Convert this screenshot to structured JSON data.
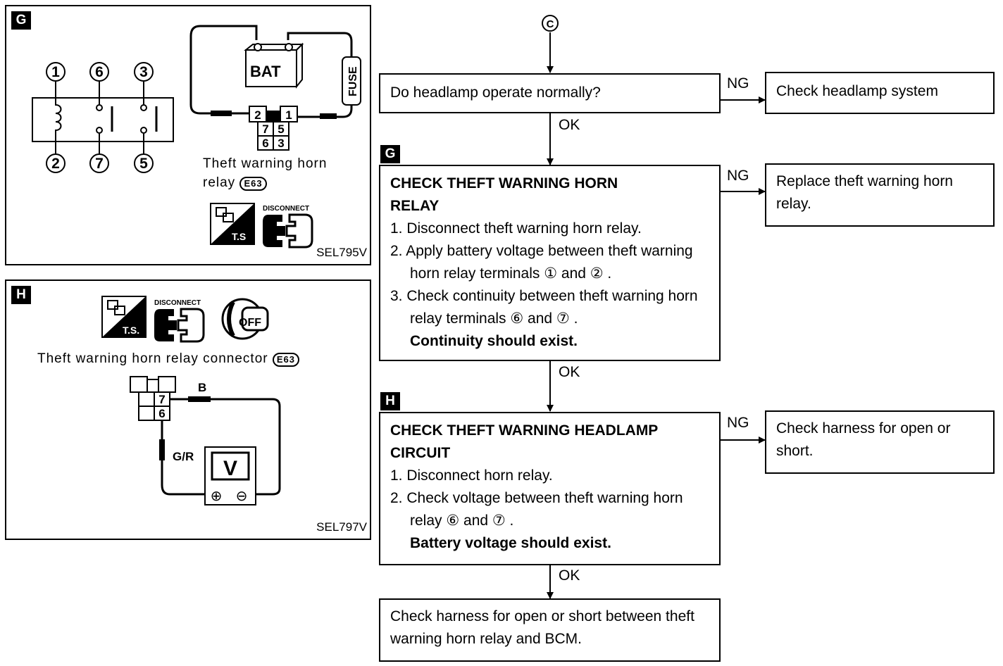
{
  "panel_g": {
    "tag": "G",
    "terminals": [
      "1",
      "6",
      "3",
      "2",
      "7",
      "5"
    ],
    "battery_label": "BAT",
    "fuse_label": "FUSE",
    "connector_cells": [
      "2",
      "1",
      "7",
      "5",
      "6",
      "3"
    ],
    "relay_caption": "Theft warning horn",
    "relay_caption2": "relay",
    "connector_id": "E63",
    "icon_ts": "T.S",
    "icon_disconnect": "DISCONNECT",
    "ref": "SEL795V"
  },
  "panel_h": {
    "tag": "H",
    "icon_ts": "T.S.",
    "icon_disconnect": "DISCONNECT",
    "icon_off": "OFF",
    "caption": "Theft warning horn relay connector",
    "connector_id": "E63",
    "cells": [
      "7",
      "6"
    ],
    "wire_b": "B",
    "wire_gr": "G/R",
    "meter": "V",
    "plus": "⊕",
    "minus": "⊖",
    "ref": "SEL797V"
  },
  "flow": {
    "start": "C",
    "q1": "Do headlamp operate normally?",
    "ng1": "NG",
    "ng1_result": "Check headlamp system",
    "ok1": "OK",
    "tag_g": "G",
    "step_g": {
      "heading1": "CHECK THEFT WARNING HORN",
      "heading2": "RELAY",
      "items": [
        "1. Disconnect theft warning horn relay.",
        "2. Apply battery voltage between theft warning horn relay terminals ① and ② .",
        "3. Check continuity between theft warning horn relay terminals ⑥ and ⑦ ."
      ],
      "emphasis": "Continuity should exist."
    },
    "ng2": "NG",
    "ng2_result": "Replace theft warning horn relay.",
    "ok2": "OK",
    "tag_h": "H",
    "step_h": {
      "heading1": "CHECK THEFT WARNING HEADLAMP",
      "heading2": "CIRCUIT",
      "items": [
        "1. Disconnect horn relay.",
        "2. Check voltage between theft warning horn relay ⑥ and ⑦ ."
      ],
      "emphasis": "Battery voltage should exist."
    },
    "ng3": "NG",
    "ng3_result": "Check harness for open or short.",
    "ok3": "OK",
    "final": "Check harness for open or short between theft warning horn relay and BCM."
  }
}
